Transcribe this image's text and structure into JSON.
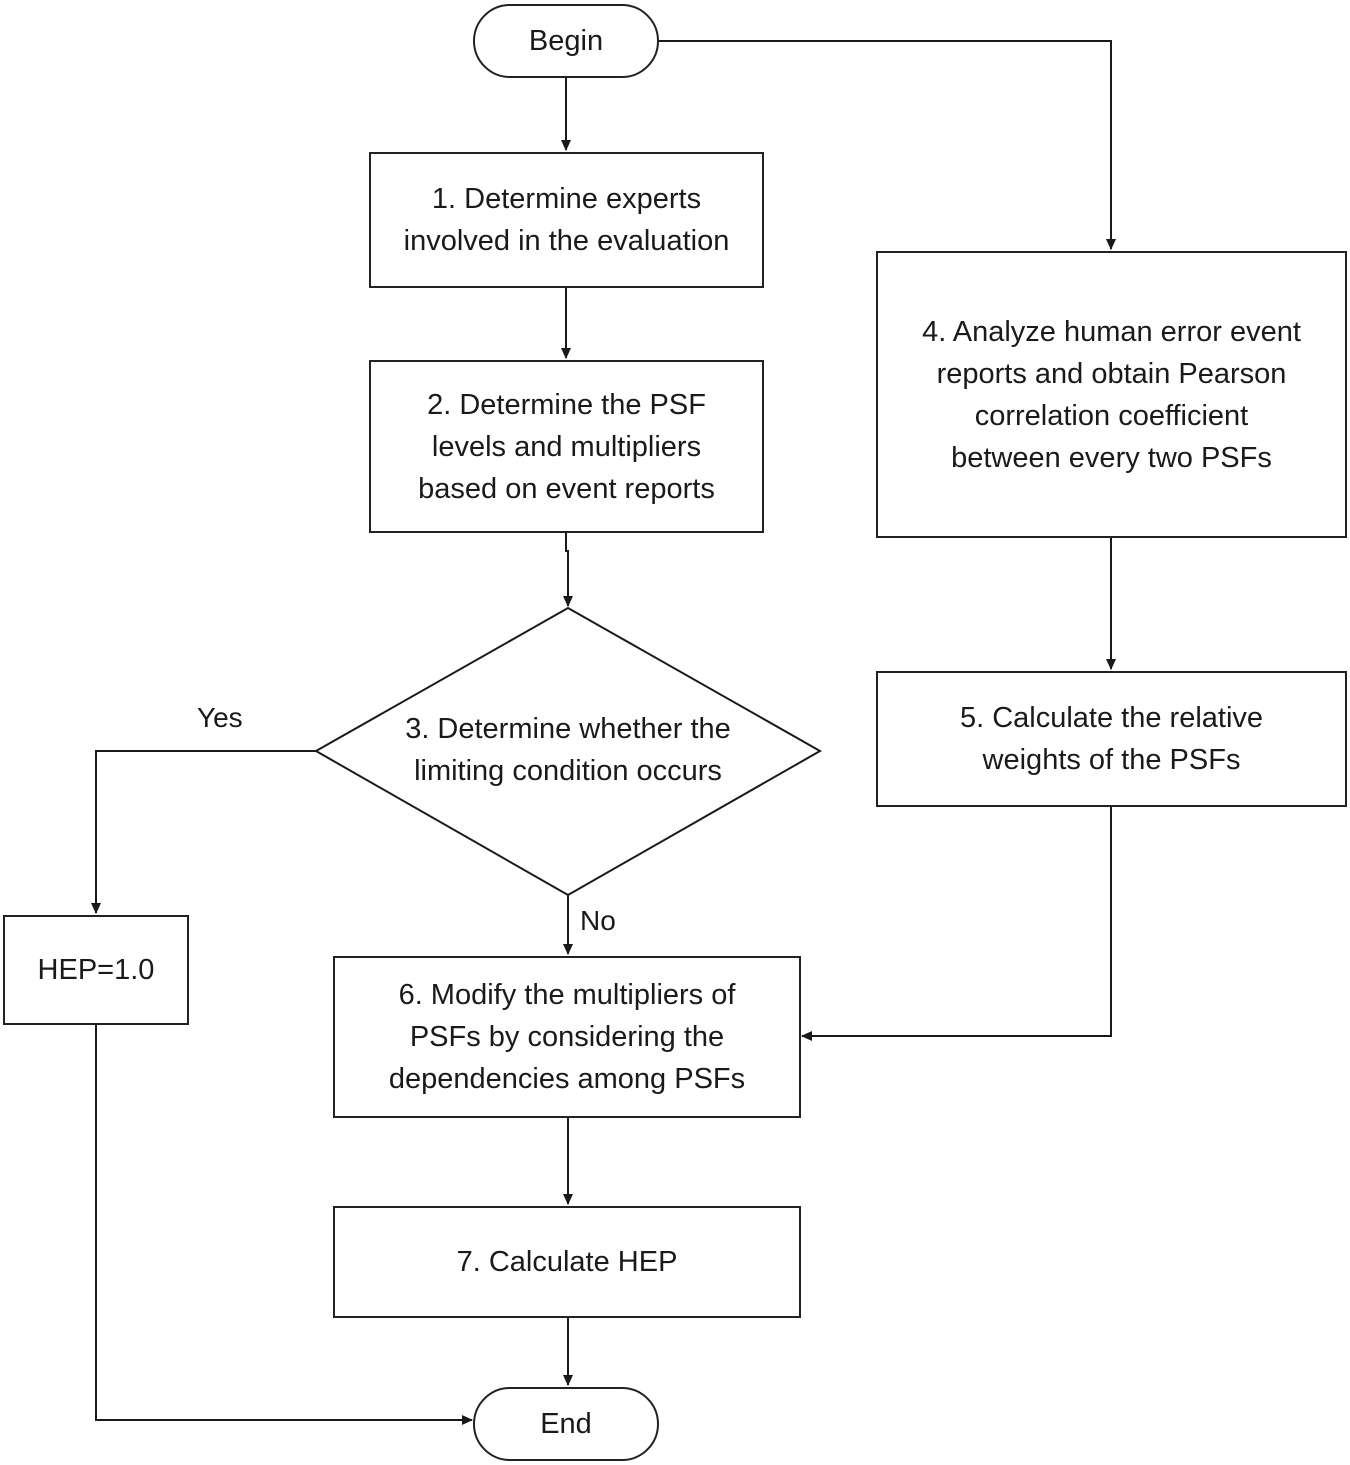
{
  "nodes": {
    "begin": "Begin",
    "step1": "1. Determine experts\ninvolved in the evaluation",
    "step2": "2. Determine the PSF\nlevels and multipliers\nbased on event reports",
    "step3": "3. Determine whether the\nlimiting condition occurs",
    "step4": "4. Analyze human error event\nreports and obtain Pearson\ncorrelation coefficient\nbetween every two PSFs",
    "step5": "5. Calculate the relative\nweights of the PSFs",
    "step6": "6. Modify the multipliers of\nPSFs by considering the\ndependencies among PSFs",
    "step7": "7. Calculate HEP",
    "hep": "HEP=1.0",
    "end": "End"
  },
  "edge_labels": {
    "yes": "Yes",
    "no": "No"
  }
}
